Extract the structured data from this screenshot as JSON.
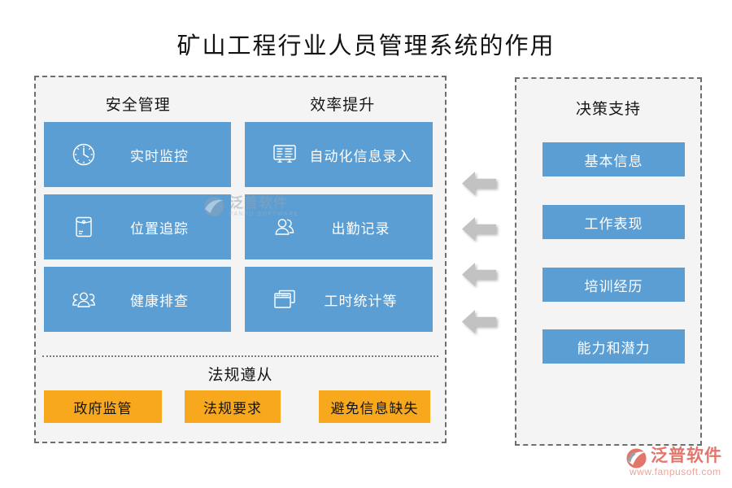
{
  "page": {
    "title": "矿山工程行业人员管理系统的作用"
  },
  "left_panel": {
    "sections": {
      "safety": {
        "title": "安全管理"
      },
      "efficiency": {
        "title": "效率提升"
      }
    },
    "cards": [
      {
        "label": "实时监控",
        "icon": "clock-icon"
      },
      {
        "label": "自动化信息录入",
        "icon": "notice-board-icon"
      },
      {
        "label": "位置追踪",
        "icon": "envelope-icon"
      },
      {
        "label": "出勤记录",
        "icon": "people-icon"
      },
      {
        "label": "健康排查",
        "icon": "group-icon"
      },
      {
        "label": "工时统计等",
        "icon": "stacked-windows-icon"
      }
    ],
    "compliance": {
      "title": "法规遵从",
      "buttons": [
        "政府监管",
        "法规要求",
        "避免信息缺失"
      ]
    }
  },
  "right_panel": {
    "title": "决策支持",
    "buttons": [
      "基本信息",
      "工作表现",
      "培训经历",
      "能力和潜力"
    ]
  },
  "arrows": {
    "count": 4,
    "direction": "left"
  },
  "watermark_center": {
    "brand": "泛普软件",
    "subtitle": "FANPU SOFTWARE"
  },
  "watermark_footer": {
    "brand": "泛普软件",
    "url": "www.fanpusoft.com"
  },
  "colors": {
    "primary_blue": "#5B9ED3",
    "accent_orange": "#F7A81D",
    "arrow_gray": "#C2C2C2",
    "panel_bg": "#F4F4F4",
    "watermark_red": "#E2766B"
  }
}
